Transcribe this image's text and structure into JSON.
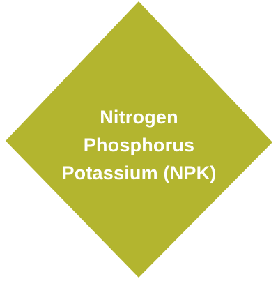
{
  "diagram": {
    "shape": "diamond",
    "fill_color": "#b3b52f",
    "text_color": "#ffffff",
    "lines": [
      "Nitrogen",
      "Phosphorus",
      "Potassium (NPK)"
    ]
  }
}
